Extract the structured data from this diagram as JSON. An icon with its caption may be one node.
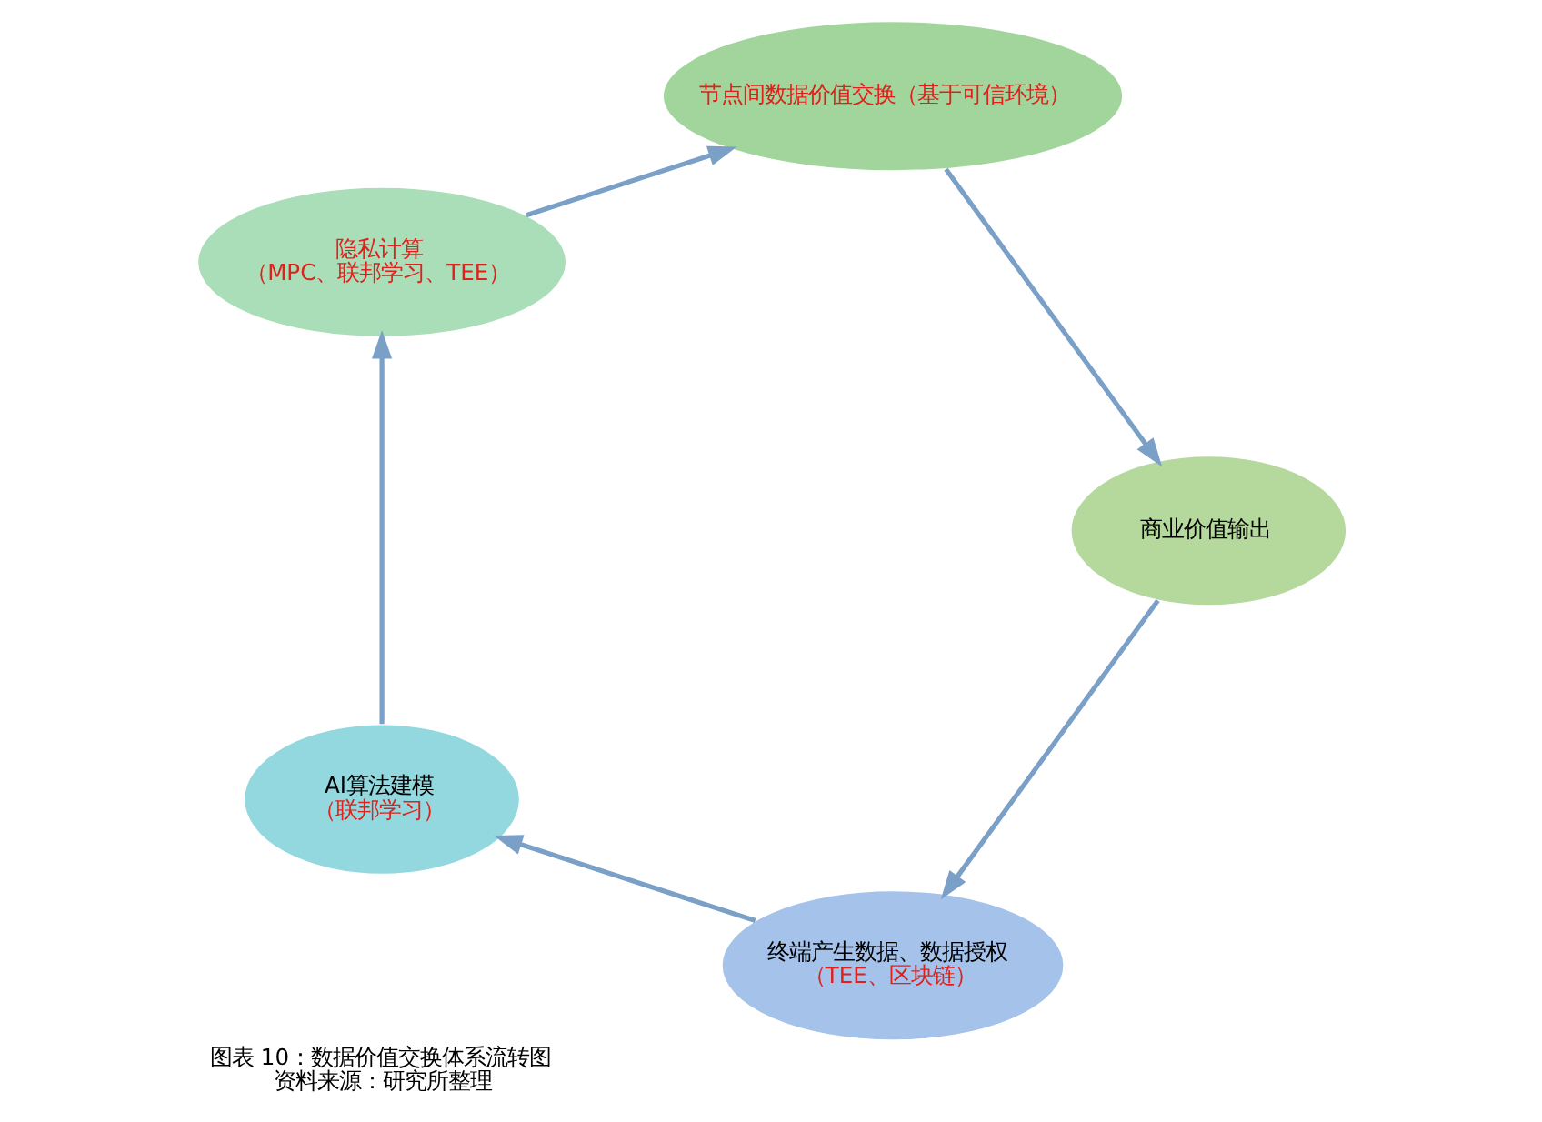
{
  "diagram": {
    "title": "图表 10：数据价值交换体系流转图",
    "caption": "资料来源：研究所整理",
    "nodes": [
      {
        "text": [
          "终端产生数据、数据授权",
          "（TEE、区块链）"
        ]
      },
      {
        "text": [
          "AI算法建模",
          "（联邦学习）"
        ]
      },
      {
        "text": [
          "隐私计算",
          "（MPC、联邦学习、TEE）"
        ]
      },
      {
        "text": [
          "节点间数据价值交换（基于可信环境）"
        ]
      },
      {
        "text": [
          "商业价值输出"
        ]
      }
    ],
    "edges": [
      {
        "from": 0,
        "to": 1,
        "arrow": "to"
      },
      {
        "from": 1,
        "to": 2,
        "arrow": "to"
      },
      {
        "from": 2,
        "to": 3,
        "arrow": "to"
      },
      {
        "from": 3,
        "to": 4,
        "arrow": "to"
      },
      {
        "from": 4,
        "to": 0,
        "arrow": "to"
      }
    ]
  }
}
